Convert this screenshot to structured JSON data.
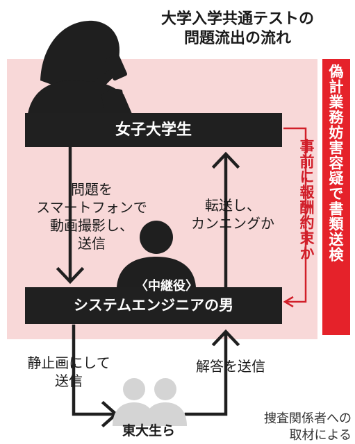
{
  "title": {
    "line1": "大学入学共通テストの",
    "line2": "問題流出の流れ"
  },
  "side_bar_text": "偽計業務妨害容疑で書類送検",
  "promise_text": "事前に報酬約束か",
  "nodes": {
    "student": "女子大学生",
    "middleman_role": "〈中継役〉",
    "engineer": "システムエンジニアの男",
    "helpers": "東大生ら"
  },
  "steps": {
    "film": [
      "問題を",
      "スマートフォンで",
      "動画撮影し、",
      "送信"
    ],
    "forward": [
      "転送し、",
      "カンニングか"
    ],
    "convert": [
      "静止画にして",
      "送信"
    ],
    "answer": "解答を送信"
  },
  "source": [
    "捜査関係者への",
    "取材による"
  ],
  "colors": {
    "panel": "#f8d8d8",
    "accent_red": "#e5222a",
    "node_box": "#202020",
    "silhouette_dark": "#1f1f1f",
    "silhouette_light": "#d4d4d4"
  }
}
